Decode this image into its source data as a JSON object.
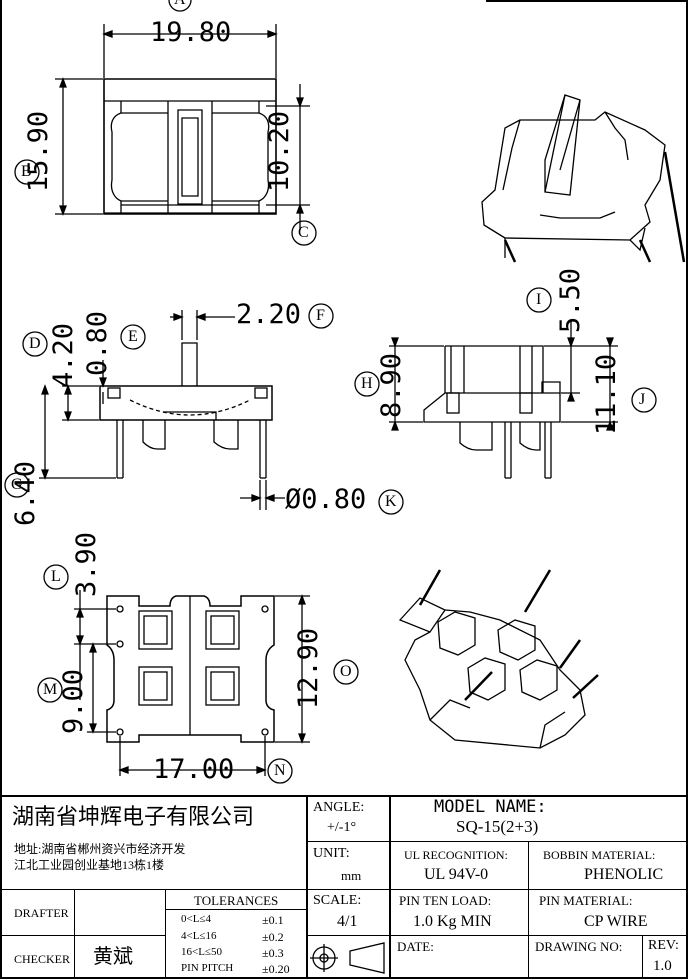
{
  "dimensions": {
    "top_width": "19.80",
    "top_height": "15.90",
    "top_slot": "10.20",
    "side_pin_width": "2.20",
    "side_height": "4.20",
    "side_lip": "0.80",
    "side_pin_len": "6.40",
    "pin_dia": "Ø0.80",
    "end_top": "5.50",
    "end_body": "8.90",
    "end_total": "11.10",
    "bottom_pitch_y": "3.90",
    "bottom_span_y": "9.00",
    "bottom_height": "12.90",
    "bottom_width": "17.00"
  },
  "markers": [
    "A",
    "B",
    "C",
    "D",
    "E",
    "F",
    "G",
    "H",
    "I",
    "J",
    "K",
    "L",
    "M",
    "N",
    "O"
  ],
  "title_block": {
    "company": "湖南省坤辉电子有限公司",
    "address_1": "地址:湖南省郴州资兴市经济开发",
    "address_2": "江北工业园创业基地13栋1楼",
    "angle_label": "ANGLE:",
    "angle_value": "+/-1°",
    "model_label": "MODEL NAME:",
    "model_value": "SQ-15(2+3)",
    "unit_label": "UNIT:",
    "unit_value": "mm",
    "ul_label": "UL RECOGNITION:",
    "ul_value": "UL 94V-0",
    "bobbin_label": "BOBBIN MATERIAL:",
    "bobbin_value": "PHENOLIC",
    "drafter_label": "DRAFTER",
    "tolerances_label": "TOLERANCES",
    "tol_rows": [
      {
        "range": "0<L≤4",
        "value": "±0.1"
      },
      {
        "range": "4<L≤16",
        "value": "±0.2"
      },
      {
        "range": "16<L≤50",
        "value": "±0.3"
      },
      {
        "range": "PIN PITCH",
        "value": "±0.20"
      }
    ],
    "scale_label": "SCALE:",
    "scale_value": "4/1",
    "pin_load_label": "PIN TEN LOAD:",
    "pin_load_value": "1.0 Kg MIN",
    "pin_mat_label": "PIN MATERIAL:",
    "pin_mat_value": "CP WIRE",
    "checker_label": "CHECKER",
    "checker_name": "黄斌",
    "date_label": "DATE:",
    "drawing_no_label": "DRAWING NO:",
    "rev_label": "REV:",
    "rev_value": "1.0"
  }
}
